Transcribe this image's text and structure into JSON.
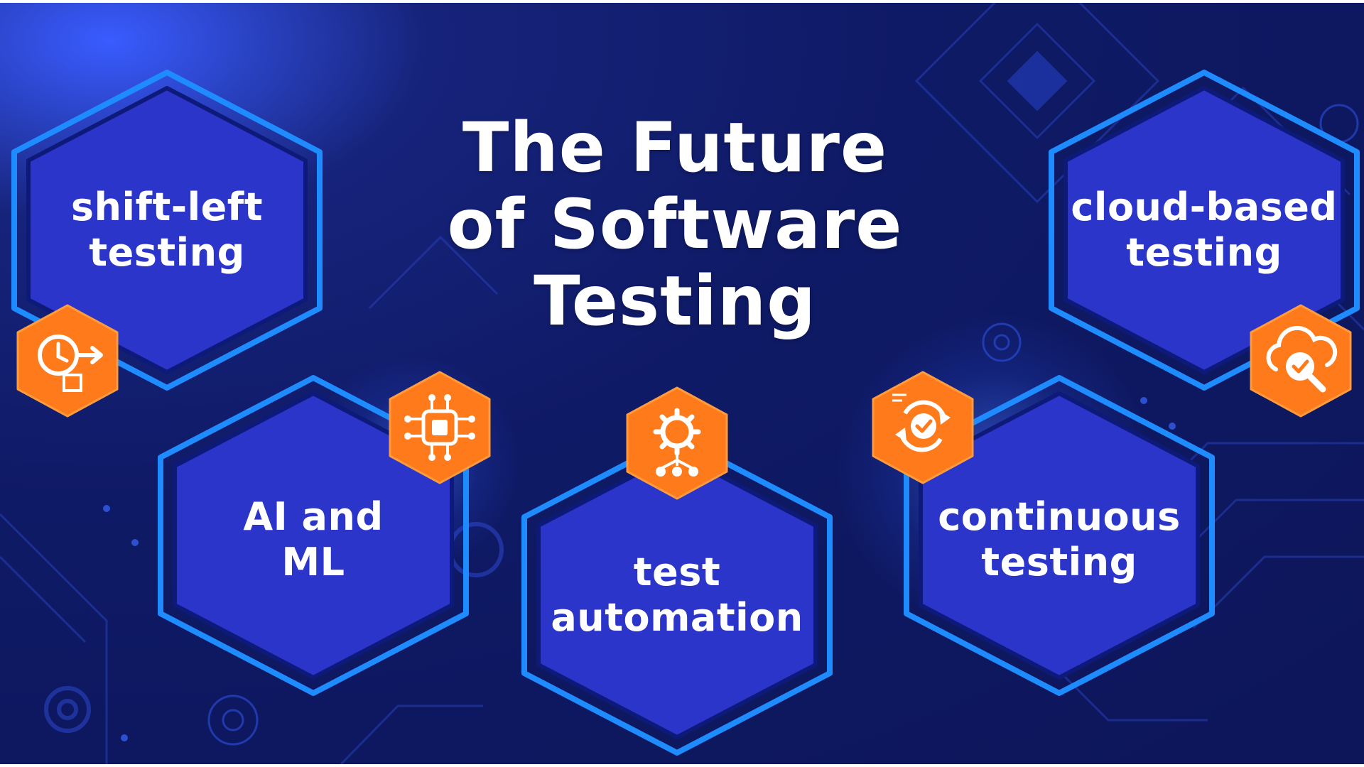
{
  "title": {
    "line1": "The Future",
    "line2": "of Software",
    "line3": "Testing"
  },
  "cards": {
    "shift_left": {
      "line1": "shift-left",
      "line2": "testing",
      "icon": "clock-arrow-icon"
    },
    "ai_ml": {
      "line1": "AI and",
      "line2": "ML",
      "icon": "chip-network-icon"
    },
    "test_automation": {
      "line1": "test",
      "line2": "automation",
      "icon": "gear-network-icon"
    },
    "continuous": {
      "line1": "continuous",
      "line2": "testing",
      "icon": "cycle-check-icon"
    },
    "cloud_based": {
      "line1": "cloud-based",
      "line2": "testing",
      "icon": "cloud-search-icon"
    }
  },
  "colors": {
    "background": "#0f1a66",
    "hex_fill": "#2b35c9",
    "hex_border": "#1e8bff",
    "badge_orange": "#ff7a1a",
    "text": "#ffffff"
  }
}
